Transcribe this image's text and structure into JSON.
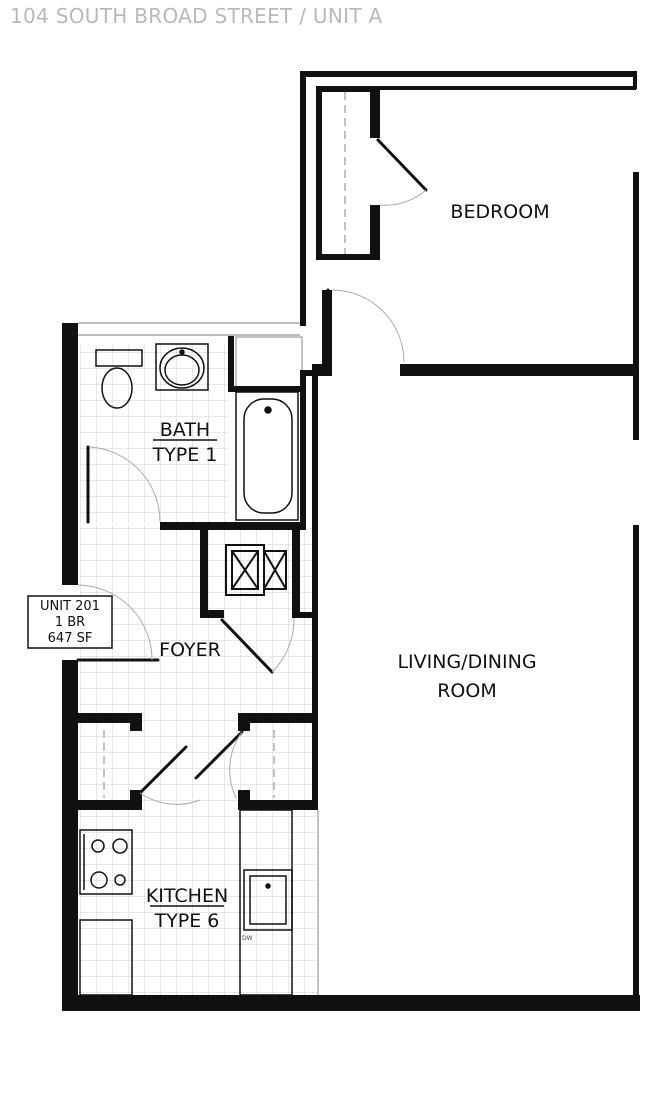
{
  "header": {
    "title": "104 SOUTH BROAD STREET  /  UNIT A"
  },
  "rooms": {
    "bedroom": "BEDROOM",
    "bath": {
      "name": "BATH",
      "type": "TYPE 1"
    },
    "foyer": "FOYER",
    "living": {
      "line1": "LIVING/DINING",
      "line2": "ROOM"
    },
    "kitchen": {
      "name": "KITCHEN",
      "type": "TYPE 6"
    },
    "dishwasher": "DW"
  },
  "unit_box": {
    "line1": "UNIT 201",
    "line2": "1 BR",
    "line3": "647 SF"
  },
  "colors": {
    "wall": "#111111",
    "tile_grid": "#d0d0d0",
    "header_text": "#b9b9b9"
  }
}
